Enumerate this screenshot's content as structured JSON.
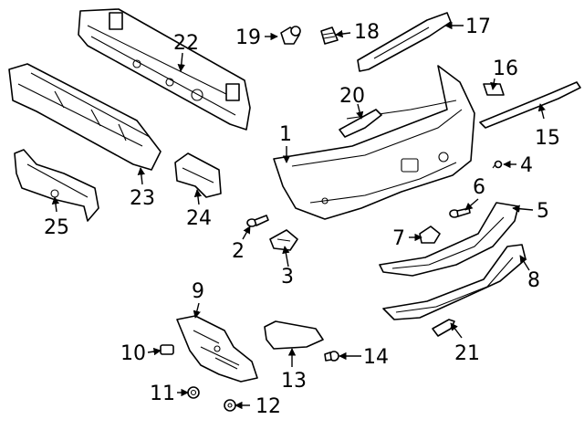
{
  "callouts": [
    {
      "id": "p1",
      "label": "1"
    },
    {
      "id": "p2",
      "label": "2"
    },
    {
      "id": "p3",
      "label": "3"
    },
    {
      "id": "p4",
      "label": "4"
    },
    {
      "id": "p5",
      "label": "5"
    },
    {
      "id": "p6",
      "label": "6"
    },
    {
      "id": "p7",
      "label": "7"
    },
    {
      "id": "p8",
      "label": "8"
    },
    {
      "id": "p9",
      "label": "9"
    },
    {
      "id": "p10",
      "label": "10"
    },
    {
      "id": "p11",
      "label": "11"
    },
    {
      "id": "p12",
      "label": "12"
    },
    {
      "id": "p13",
      "label": "13"
    },
    {
      "id": "p14",
      "label": "14"
    },
    {
      "id": "p15",
      "label": "15"
    },
    {
      "id": "p16",
      "label": "16"
    },
    {
      "id": "p17",
      "label": "17"
    },
    {
      "id": "p18",
      "label": "18"
    },
    {
      "id": "p19",
      "label": "19"
    },
    {
      "id": "p20",
      "label": "20"
    },
    {
      "id": "p21",
      "label": "21"
    },
    {
      "id": "p22",
      "label": "22"
    },
    {
      "id": "p23",
      "label": "23"
    },
    {
      "id": "p24",
      "label": "24"
    },
    {
      "id": "p25",
      "label": "25"
    }
  ]
}
